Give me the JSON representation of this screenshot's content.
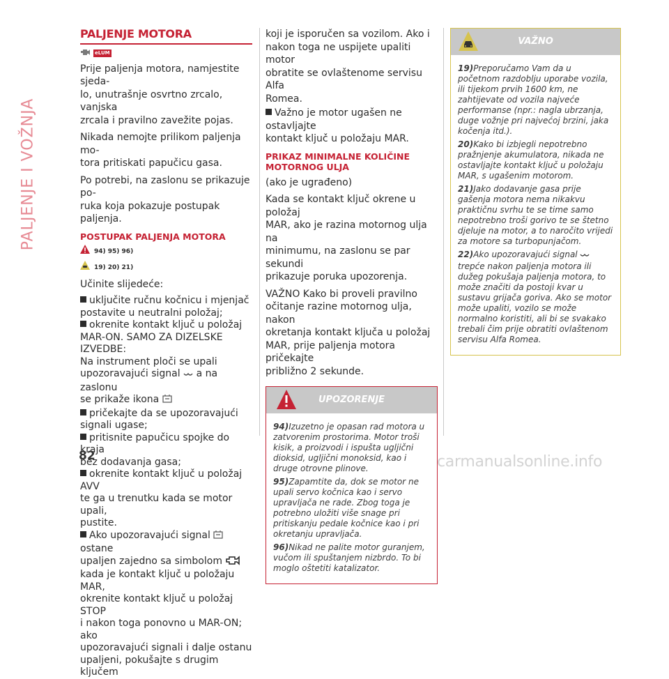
{
  "side_tab": "PALJENJE I VOŽNJA",
  "page_number": "82",
  "watermark": "carmanualsonline.info",
  "col1": {
    "title": "PALJENJE MOTORA",
    "badge": "eLUM",
    "p1": [
      "Prije paljenja motora, namjestite sjeda-",
      "lo, unutrašnje osvrtno zrcalo, vanjska",
      "zrcala i pravilno zavežite pojas."
    ],
    "p2": [
      "Nikada nemojte prilikom paljenja mo-",
      "tora pritiskati papučicu gasa."
    ],
    "p3": [
      "Po potrebi, na zaslonu se prikazuje po-",
      "ruka koja pokazuje postupak paljenja."
    ],
    "subtitle": "POSTUPAK PALJENJA MOTORA",
    "refs1": "94) 95) 96)",
    "refs2": "19) 20) 21)",
    "intro": "Učinite slijedeće:",
    "s1": [
      "uključite ručnu kočnicu i mjenjač",
      "postavite u neutralni položaj;"
    ],
    "s2a": "okrenite kontakt ključ u položaj",
    "s2b": "MAR-ON. SAMO ZA DIZELSKE IZVEDBE:",
    "s2c": "Na instrument ploči se upali",
    "s2d": "upozoravajući signal",
    "s2e": "a na zaslonu",
    "s2f": "se prikaže ikona",
    "s3": [
      "pričekajte da se upozoravajući",
      "signali ugase;"
    ],
    "s4": [
      "pritisnite papučicu spojke do kraja",
      "bez dodavanja gasa;"
    ],
    "s5": [
      "okrenite kontakt ključ u položaj AVV",
      "te ga u trenutku kada se motor upali,",
      "pustite."
    ],
    "s6a": "Ako upozoravajući signal",
    "s6b": "ostane",
    "s6c": "upaljen zajedno sa simbolom",
    "s6d": [
      "kada je kontakt ključ u položaju MAR,",
      "okrenite kontakt ključ u položaj STOP",
      "i nakon toga ponovno u MAR-ON; ako",
      "upozoravajući signali i dalje ostanu",
      "upaljeni, pokušajte s drugim ključem"
    ]
  },
  "col2": {
    "cont": [
      "koji je isporučen sa vozilom. Ako i",
      "nakon toga ne uspijete upaliti motor",
      "obratite se ovlaštenome servisu Alfa",
      "Romea."
    ],
    "s7": [
      "Važno je motor ugašen ne ostavljajte",
      "kontakt ključ u položaju MAR."
    ],
    "title": [
      "PRIKAZ MINIMALNE KOLIČINE",
      "MOTORNOG ULJA"
    ],
    "p1": "(ako je ugrađeno)",
    "p2": [
      "Kada se kontakt ključ okrene u položaj",
      "MAR, ako je razina motornog ulja na",
      "minimumu, na zaslonu se par sekundi",
      "prikazuje poruka upozorenja."
    ],
    "p3": [
      "VAŽNO Kako bi proveli pravilno",
      "očitanje razine motornog ulja, nakon",
      "okretanja kontakt ključa u položaj",
      "MAR, prije paljenja motora pričekajte",
      "približno 2 sekunde."
    ],
    "box_title": "UPOZORENJE",
    "notes": [
      {
        "n": "94)",
        "t": "Izuzetno je opasan rad motora u zatvorenim prostorima. Motor troši kisik, a proizvodi i ispušta ugljični dioksid, ugljični monoksid, kao i druge otrovne plinove."
      },
      {
        "n": "95)",
        "t": "Zapamtite da, dok se motor ne upali servo kočnica kao i servo upravljača ne rade. Zbog toga je potrebno uložiti više snage pri pritiskanju pedale kočnice kao i pri okretanju upravljača."
      },
      {
        "n": "96)",
        "t": "Nikad ne palite motor guranjem, vučom ili spuštanjem nizbrdo. To bi moglo oštetiti katalizator."
      }
    ]
  },
  "col3": {
    "box_title": "VAŽNO",
    "n19": "19)",
    "t19": "Preporučamo Vam da u početnom razdoblju uporabe vozila, ili tijekom prvih 1600 km, ne zahtijevate od vozila najveće performanse (npr.: nagla ubrzanja, duge vožnje pri najvećoj brzini, jaka kočenja itd.).",
    "n20": "20)",
    "t20": "Kako bi izbjegli nepotrebno pražnjenje akumulatora, nikada ne ostavljajte kontakt ključ u položaju MAR, s ugašenim motorom.",
    "n21": "21)",
    "t21": "Jako dodavanje gasa prije gašenja motora nema nikakvu praktičnu svrhu te se time samo nepotrebno troši gorivo te se štetno djeluje na motor, a to naročito vrijedi za motore sa turbopunjačom.",
    "n22": "22)",
    "t22a": "Ako upozoravajući signal",
    "t22b": "trepće nakon paljenja motora ili dužeg pokušaja paljenja motora, to može značiti da postoji kvar u sustavu grijača goriva. Ako se motor može upaliti, vozilo se može normalno koristiti, ali bi se svakako trebali čim prije obratiti ovlaštenom servisu Alfa Romea."
  },
  "colors": {
    "accent": "#c52133",
    "caution": "#d6c34d",
    "box_header": "#c8c8c8",
    "side_tab": "#e78b95"
  }
}
